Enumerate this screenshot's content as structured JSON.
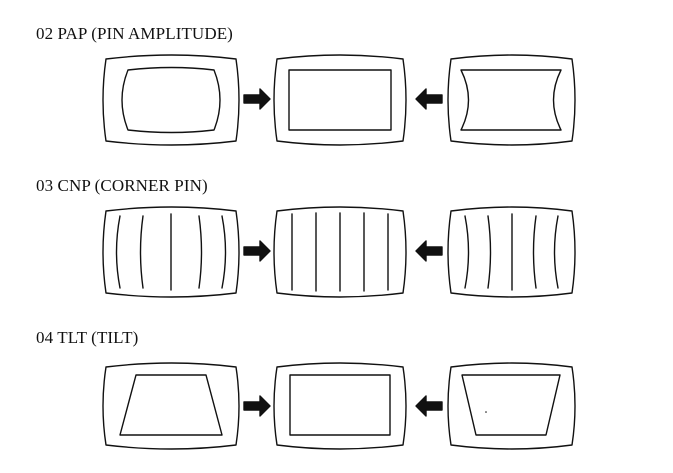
{
  "sections": [
    {
      "title": "02  PAP (PIN AMPLITUDE)",
      "panels": [
        "barrel-distortion",
        "corrected",
        "pincushion-distortion"
      ]
    },
    {
      "title": "03  CNP (CORNER PIN)",
      "panels": [
        "corner-pin-outward",
        "corrected",
        "corner-pin-inward"
      ]
    },
    {
      "title": "04  TLT (TILT)",
      "panels": [
        "trapezoid-wide-bottom",
        "corrected",
        "trapezoid-wide-top"
      ]
    }
  ],
  "colors": {
    "stroke": "#111111",
    "background": "#ffffff"
  },
  "icons": [
    "arrow-right-icon",
    "arrow-left-icon"
  ]
}
